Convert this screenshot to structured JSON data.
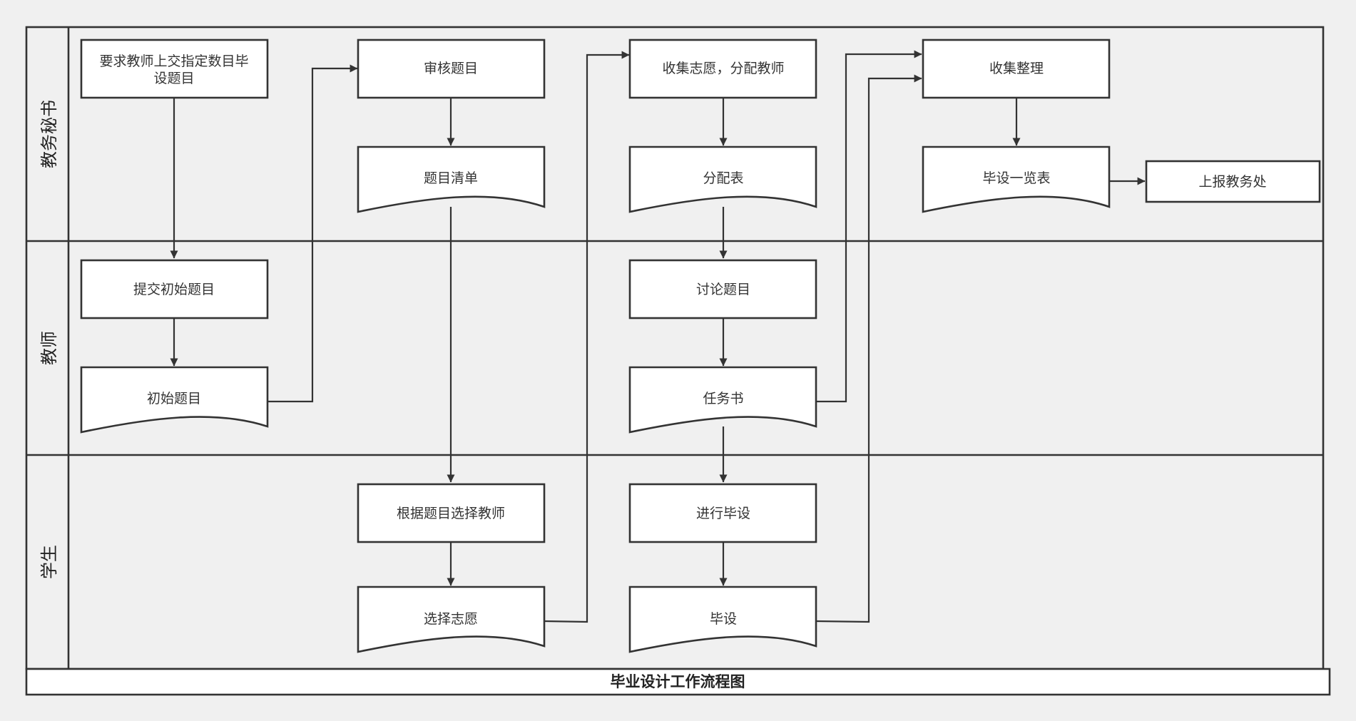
{
  "title": "毕业设计工作流程图",
  "lanes": [
    {
      "id": "secretary",
      "label": "教务秘书"
    },
    {
      "id": "teacher",
      "label": "教师"
    },
    {
      "id": "student",
      "label": "学生"
    }
  ],
  "nodes": [
    {
      "id": "n1",
      "shape": "process",
      "lane": "secretary",
      "lines": [
        "要求教师上交指定数目毕",
        "设题目"
      ]
    },
    {
      "id": "n2",
      "shape": "process",
      "lane": "secretary",
      "lines": [
        "审核题目"
      ]
    },
    {
      "id": "n3",
      "shape": "document",
      "lane": "secretary",
      "lines": [
        "题目清单"
      ]
    },
    {
      "id": "n4",
      "shape": "process",
      "lane": "secretary",
      "lines": [
        "收集志愿，分配教师"
      ]
    },
    {
      "id": "n5",
      "shape": "document",
      "lane": "secretary",
      "lines": [
        "分配表"
      ]
    },
    {
      "id": "n6",
      "shape": "process",
      "lane": "secretary",
      "lines": [
        "收集整理"
      ]
    },
    {
      "id": "n7",
      "shape": "document",
      "lane": "secretary",
      "lines": [
        "毕设一览表"
      ]
    },
    {
      "id": "n8",
      "shape": "process",
      "lane": "secretary",
      "lines": [
        "上报教务处"
      ]
    },
    {
      "id": "n9",
      "shape": "process",
      "lane": "teacher",
      "lines": [
        "提交初始题目"
      ]
    },
    {
      "id": "n10",
      "shape": "document",
      "lane": "teacher",
      "lines": [
        "初始题目"
      ]
    },
    {
      "id": "n11",
      "shape": "process",
      "lane": "teacher",
      "lines": [
        "讨论题目"
      ]
    },
    {
      "id": "n12",
      "shape": "document",
      "lane": "teacher",
      "lines": [
        "任务书"
      ]
    },
    {
      "id": "n13",
      "shape": "process",
      "lane": "student",
      "lines": [
        "根据题目选择教师"
      ]
    },
    {
      "id": "n14",
      "shape": "document",
      "lane": "student",
      "lines": [
        "选择志愿"
      ]
    },
    {
      "id": "n15",
      "shape": "process",
      "lane": "student",
      "lines": [
        "进行毕设"
      ]
    },
    {
      "id": "n16",
      "shape": "document",
      "lane": "student",
      "lines": [
        "毕设"
      ]
    }
  ],
  "edges": [
    {
      "from": "n1",
      "to": "n9"
    },
    {
      "from": "n9",
      "to": "n10"
    },
    {
      "from": "n10",
      "to": "n2"
    },
    {
      "from": "n2",
      "to": "n3"
    },
    {
      "from": "n3",
      "to": "n13"
    },
    {
      "from": "n13",
      "to": "n14"
    },
    {
      "from": "n14",
      "to": "n4"
    },
    {
      "from": "n4",
      "to": "n5"
    },
    {
      "from": "n5",
      "to": "n11"
    },
    {
      "from": "n11",
      "to": "n12"
    },
    {
      "from": "n12",
      "to": "n15"
    },
    {
      "from": "n15",
      "to": "n16"
    },
    {
      "from": "n12",
      "to": "n6"
    },
    {
      "from": "n16",
      "to": "n6"
    },
    {
      "from": "n6",
      "to": "n7"
    },
    {
      "from": "n7",
      "to": "n8"
    }
  ]
}
